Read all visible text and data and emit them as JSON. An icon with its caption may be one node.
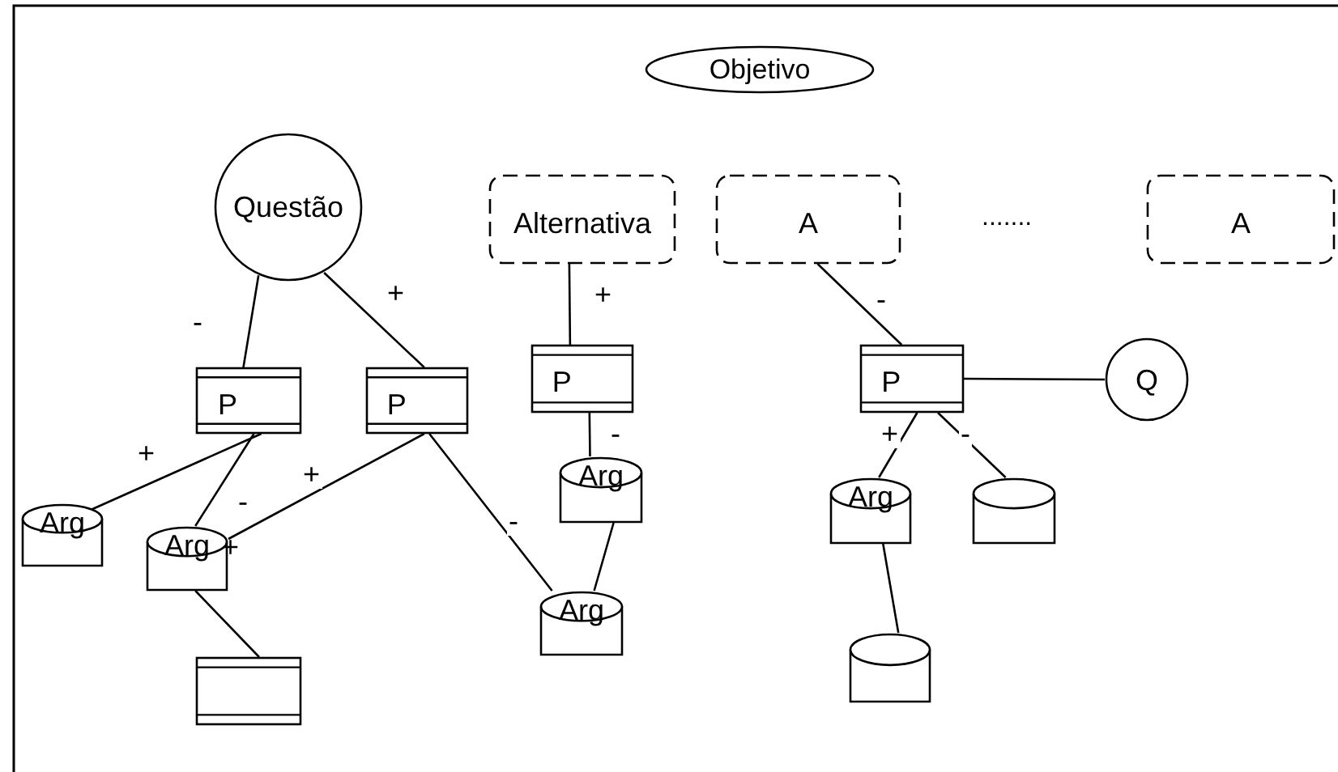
{
  "diagram": {
    "nodes": [
      {
        "text": [
          "Objetivo"
        ]
      },
      {
        "text": [
          "Questão"
        ]
      },
      {
        "text": [
          "Alternativa"
        ]
      },
      {
        "text": [
          "A"
        ]
      },
      {
        "text": [
          "A"
        ]
      },
      {
        "text": [
          "P"
        ]
      },
      {
        "text": [
          "P"
        ]
      },
      {
        "text": [
          "P"
        ]
      },
      {
        "text": [
          "P"
        ]
      },
      {
        "text": [
          "Q"
        ]
      },
      {
        "text": [
          "Arg"
        ]
      },
      {
        "text": [
          "Arg"
        ],
        "beside": [
          "+"
        ]
      },
      {
        "text": [
          "Arg"
        ]
      },
      {
        "text": [
          "Arg"
        ]
      },
      {
        "text": [
          "Arg"
        ]
      },
      {
        "text": [],
        "shape": "cylinder"
      },
      {
        "text": [],
        "shape": "box"
      },
      {
        "text": [],
        "shape": "cylinder"
      }
    ],
    "edges": [
      {
        "from": 1,
        "to": 5,
        "arrow": "none",
        "label": "-"
      },
      {
        "from": 1,
        "to": 6,
        "arrow": "none",
        "label": "+"
      },
      {
        "from": 5,
        "to": 10,
        "arrow": "none",
        "label": "+"
      },
      {
        "from": 5,
        "to": 11,
        "arrow": "none",
        "label": "-"
      },
      {
        "from": 6,
        "to": 11,
        "arrow": "none",
        "label": "+"
      },
      {
        "from": 6,
        "to": 13,
        "arrow": "none",
        "label": "-"
      },
      {
        "from": 2,
        "to": 7,
        "arrow": "none",
        "label": "+"
      },
      {
        "from": 7,
        "to": 12,
        "arrow": "none",
        "label": "-"
      },
      {
        "from": 12,
        "to": 13,
        "arrow": "none"
      },
      {
        "from": 3,
        "to": 8,
        "arrow": "none",
        "label": "-"
      },
      {
        "from": 8,
        "to": 9,
        "arrow": "none"
      },
      {
        "from": 8,
        "to": 14,
        "arrow": "none",
        "label": "+"
      },
      {
        "from": 8,
        "to": 15,
        "arrow": "none",
        "label": "-"
      },
      {
        "from": 11,
        "to": 16,
        "arrow": "none"
      },
      {
        "from": 14,
        "to": 17,
        "arrow": "none"
      }
    ],
    "labels": [
      "......."
    ]
  }
}
